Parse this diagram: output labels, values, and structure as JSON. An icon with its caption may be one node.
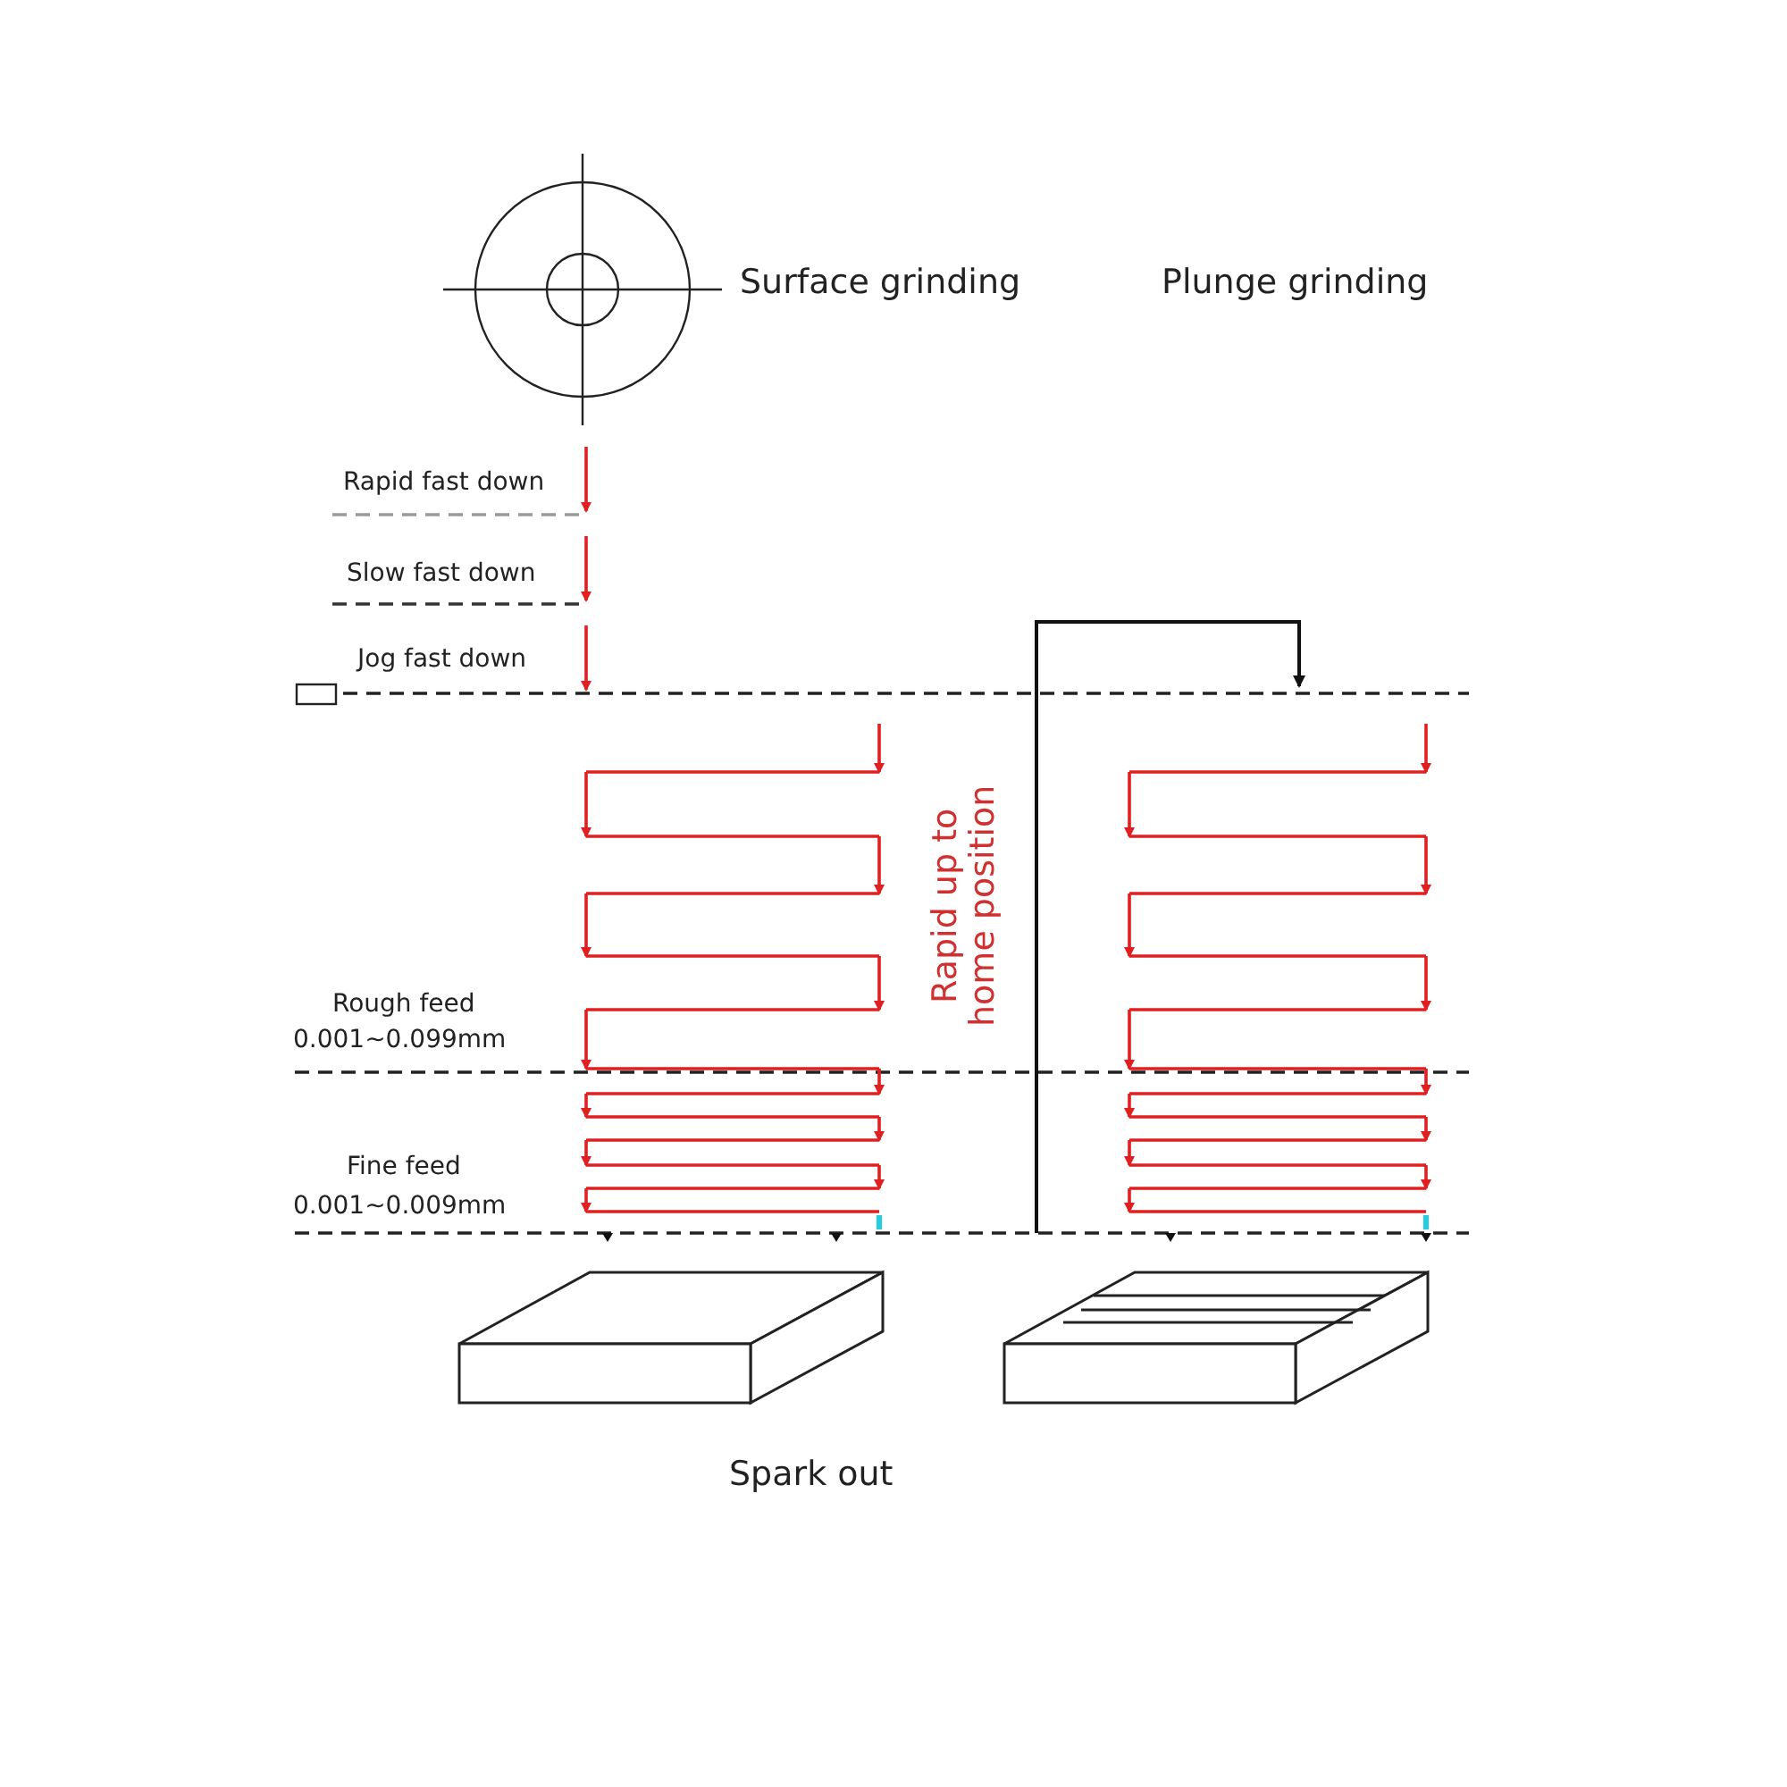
{
  "diagram": {
    "labels": [
      "Surface grinding",
      "Plunge grinding",
      "Rapid fast down",
      "Slow fast down",
      "Jog fast down",
      "Rough feed",
      "0.001~0.099mm",
      "Rapid up to home position",
      "Fine feed",
      "0.001~0.009mm",
      "Spark out"
    ]
  }
}
